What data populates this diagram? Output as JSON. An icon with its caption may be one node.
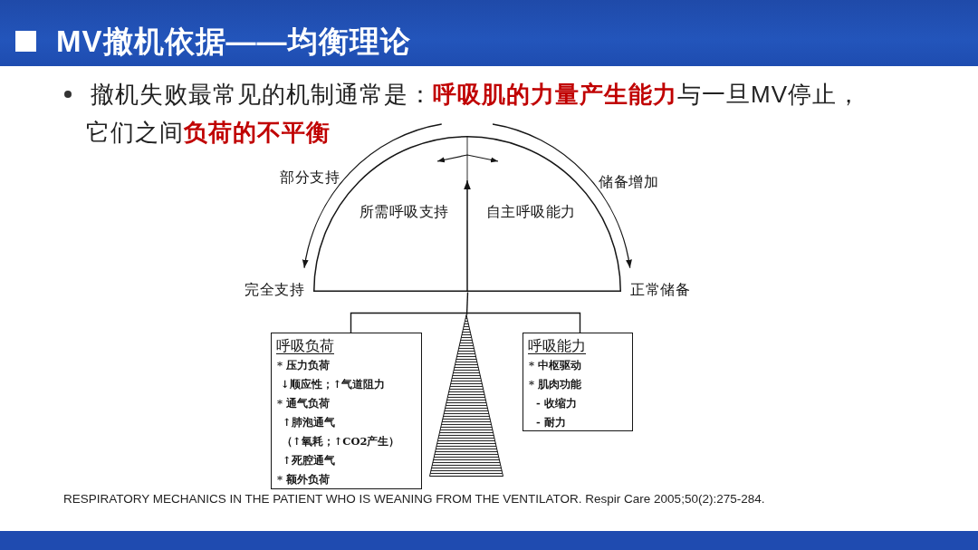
{
  "diagram": {
    "title": "MV撤机依据——均衡理论",
    "nodes": [
      {
        "text": [
          "所需呼吸支持",
          "自主呼吸能力"
        ]
      },
      {
        "text": [
          "呼吸负荷",
          "* 压力负荷",
          "↓顺应性；↑气道阻力",
          "* 通气负荷",
          "↑肺泡通气",
          "（↑氧耗；↑CO2产生）",
          "↑死腔通气",
          "* 额外负荷"
        ]
      },
      {
        "text": [],
        "shape": "triangle"
      },
      {
        "text": [
          "呼吸能力",
          "* 中枢驱动",
          "* 肌肉功能",
          "- 收缩力",
          "- 耐力"
        ]
      }
    ],
    "edges": [
      {
        "from": 1,
        "to": 3,
        "arrow": "none"
      },
      {
        "from": 2,
        "to": 0,
        "arrow": "none"
      }
    ],
    "labels": [
      "撤机失败最常见的机制通常是：**呼吸肌的力量产生能力**与一旦MV停止，它们之间**负荷的不平衡**",
      "部分支持",
      "储备增加",
      "完全支持",
      "正常储备",
      "RESPIRATORY MECHANICS IN THE PATIENT WHO IS WEANING FROM THE VENTILATOR. Respir Care 2005;50(2):275-284."
    ]
  }
}
